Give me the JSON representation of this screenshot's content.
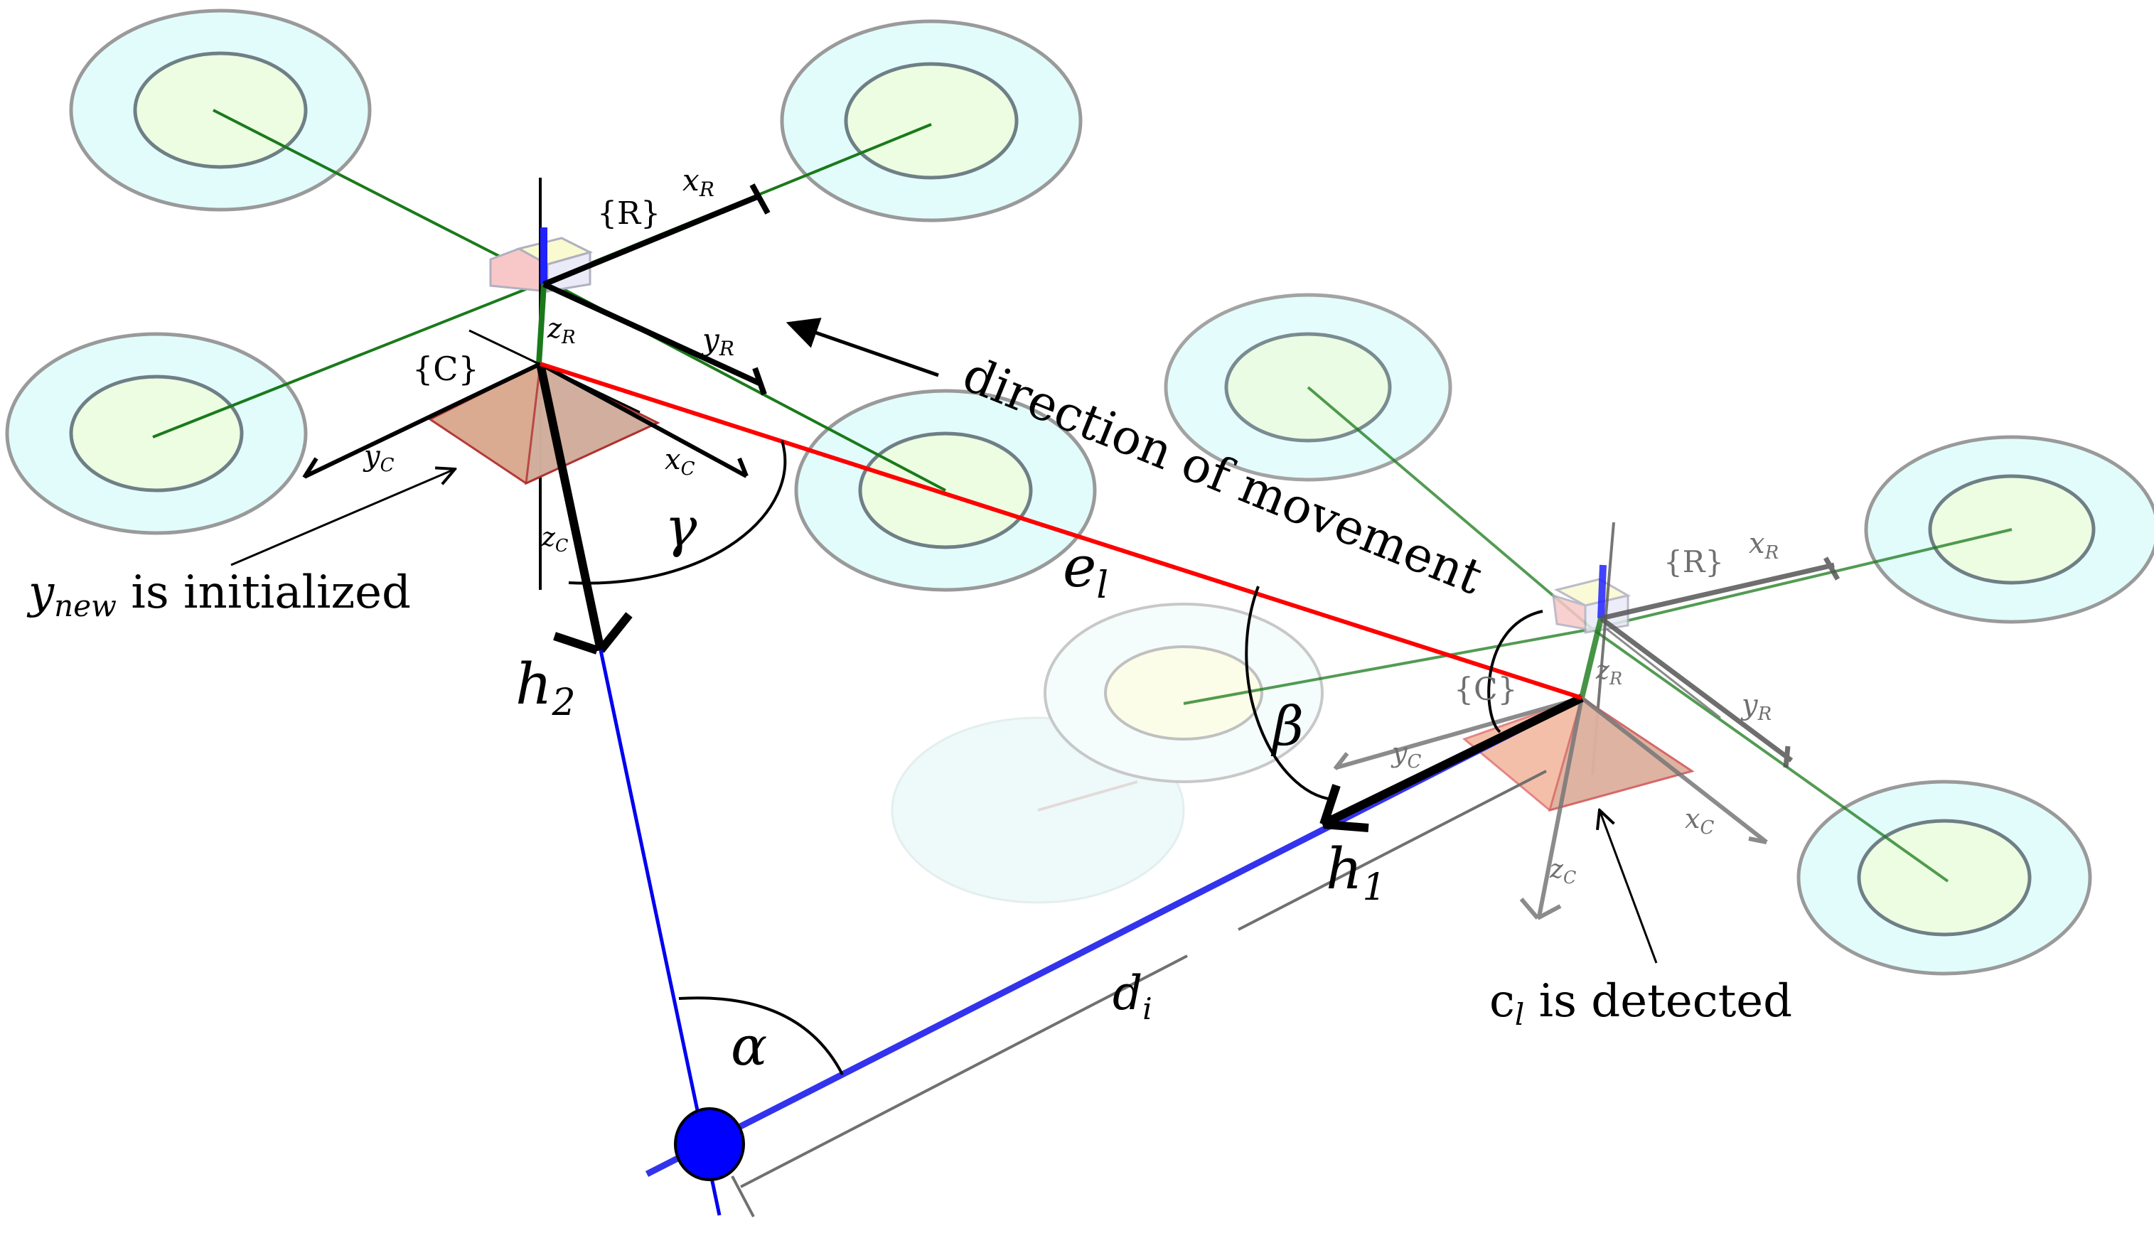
{
  "diagram": {
    "left_drone": {
      "robot_frame": "{R}",
      "x_robot": "x",
      "x_robot_sub": "R",
      "y_robot": "y",
      "y_robot_sub": "R",
      "z_robot": "z",
      "z_robot_sub": "R",
      "camera_frame": "{C}",
      "x_camera": "x",
      "x_camera_sub": "C",
      "y_camera": "y",
      "y_camera_sub": "C",
      "z_camera": "z",
      "z_camera_sub": "C"
    },
    "right_drone": {
      "robot_frame": "{R}",
      "x_robot": "x",
      "x_robot_sub": "R",
      "y_robot": "y",
      "y_robot_sub": "R",
      "z_robot": "z",
      "z_robot_sub": "R",
      "camera_frame": "{C}",
      "x_camera": "x",
      "x_camera_sub": "C",
      "y_camera": "y",
      "y_camera_sub": "C",
      "z_camera": "z",
      "z_camera_sub": "C"
    },
    "annotations": {
      "direction": "direction of movement",
      "initialized_var": "y",
      "initialized_sub": "new",
      "initialized_text": " is initialized",
      "detected_var": "c",
      "detected_sub": "l",
      "detected_text": " is detected"
    },
    "symbols": {
      "h2": "h",
      "h2_sub": "2",
      "h1": "h",
      "h1_sub": "1",
      "el": "e",
      "el_sub": "l",
      "di": "d",
      "di_sub": "i",
      "alpha": "α",
      "beta": "β",
      "gamma": "γ"
    },
    "colors": {
      "error_line": "#ff0000",
      "ray_line": "#0000ee",
      "arm": "#1a7a1a",
      "landmark": "#0000ff",
      "measure": "#707070"
    }
  }
}
